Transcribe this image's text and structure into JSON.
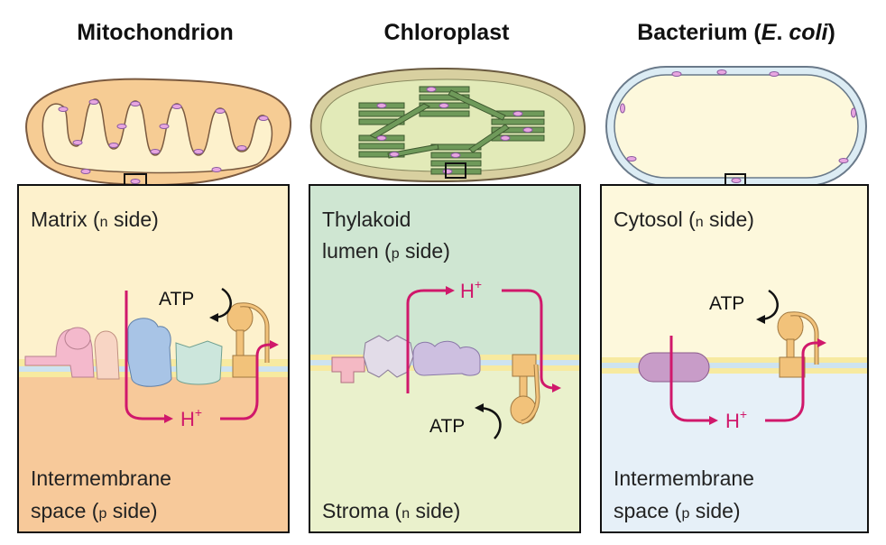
{
  "panels": [
    {
      "id": "mito",
      "title": "Mitochondrion",
      "top_label": [
        "Matrix (",
        "n",
        " side)"
      ],
      "bottom_label": [
        [
          "Intermembrane"
        ],
        [
          "space (",
          "p",
          " side)"
        ]
      ],
      "proton": "H",
      "proton_charge": "+",
      "atp": "ATP",
      "colors": {
        "top": "#fdf1cc",
        "bottom": "#f7c99a",
        "outer": "#f6cc94"
      }
    },
    {
      "id": "chloro",
      "title": "Chloroplast",
      "top_label": [
        [
          "Thylakoid"
        ],
        [
          "lumen (",
          "p",
          " side)"
        ]
      ],
      "bottom_label": [
        "Stroma (",
        "n",
        " side)"
      ],
      "proton": "H",
      "proton_charge": "+",
      "atp": "ATP",
      "colors": {
        "top": "#cfe6d2",
        "bottom": "#eaf1cc",
        "outer": "#e2e8b8"
      }
    },
    {
      "id": "bact",
      "title_main": "Bacterium (",
      "title_italic": "E",
      "title_dot": ". ",
      "title_italic2": "coli",
      "title_end": ")",
      "top_label": [
        "Cytosol (",
        "n",
        " side)"
      ],
      "bottom_label": [
        [
          "Intermembrane"
        ],
        [
          "space (",
          "p",
          " side)"
        ]
      ],
      "proton": "H",
      "proton_charge": "+",
      "atp": "ATP",
      "colors": {
        "top": "#fdf8dc",
        "bottom": "#e6f0f8",
        "outer": "#ffffff"
      }
    }
  ],
  "colors": {
    "proton_path": "#d0186b",
    "membrane_yellow": "#f7eaa0",
    "membrane_blue": "#cde3f0",
    "atp_synthase": "#f2c27a",
    "thylakoid": "#6f9a5a"
  }
}
